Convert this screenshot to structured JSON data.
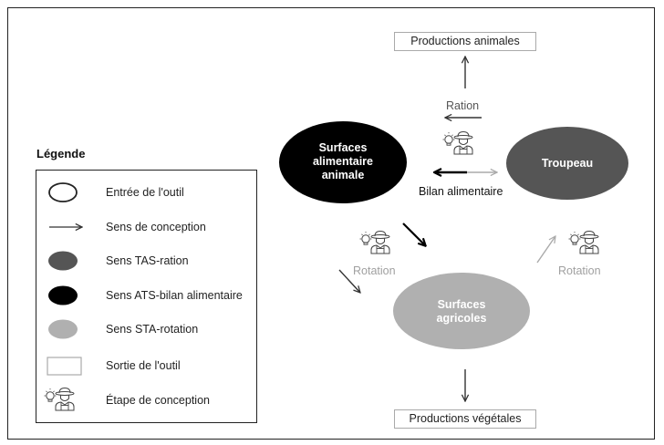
{
  "legend": {
    "title": "Légende",
    "items": [
      {
        "label": "Entrée de l'outil",
        "icon": "ellipse-outline-icon"
      },
      {
        "label": "Sens de conception",
        "icon": "arrow-right-icon"
      },
      {
        "label": "Sens TAS-ration",
        "icon": "dark-gray-ellipse-icon"
      },
      {
        "label": "Sens ATS-bilan alimentaire",
        "icon": "black-ellipse-icon"
      },
      {
        "label": "Sens STA-rotation",
        "icon": "light-gray-ellipse-icon"
      },
      {
        "label": "Sortie de l'outil",
        "icon": "output-rectangle-icon"
      },
      {
        "label": "Étape de conception",
        "icon": "farmer-idea-icon"
      }
    ]
  },
  "nodes": {
    "surfaces_alimentaire": "Surfaces\nalimentaire\nanimale",
    "troupeau": "Troupeau",
    "surfaces_agricoles": "Surfaces\nagricoles"
  },
  "outputs": {
    "animales": "Productions animales",
    "vegetales": "Productions végétales"
  },
  "labels": {
    "ration": "Ration",
    "bilan": "Bilan alimentaire",
    "rotation_left": "Rotation",
    "rotation_right": "Rotation"
  },
  "colors": {
    "black_node": "#000000",
    "dark_node": "#555555",
    "light_node": "#b0b0b0",
    "arrow_dark": "#333333",
    "arrow_light": "#a8a8a8",
    "text_light": "#a0a0a0"
  }
}
